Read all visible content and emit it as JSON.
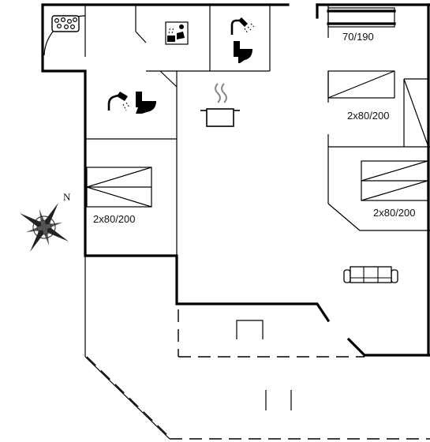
{
  "labels": {
    "bed_top_right": "70/190",
    "bed_right_upper": "2x80/200",
    "bed_right_lower": "2x80/200",
    "bed_left": "2x80/200",
    "compass_north": "N"
  },
  "icons": [
    "hot-tub-icon",
    "sauna-icon",
    "shower-icon",
    "toilet-icon",
    "cooking-pot-icon",
    "sofa-icon",
    "compass-rose-icon"
  ]
}
